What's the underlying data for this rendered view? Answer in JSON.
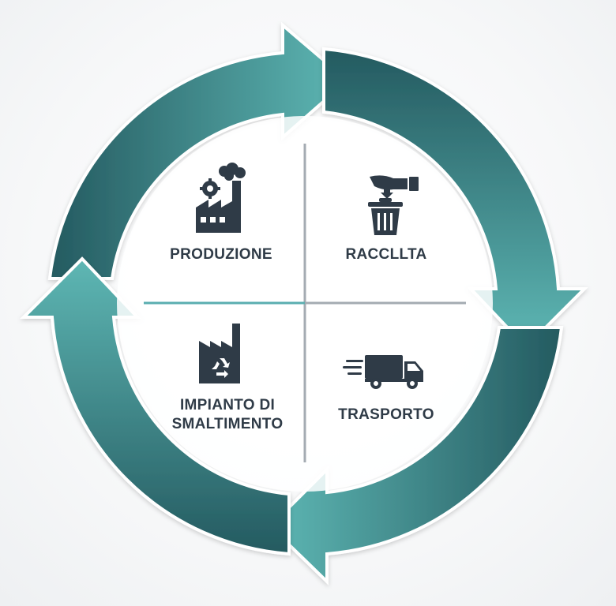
{
  "colors": {
    "dark_teal": "#245a60",
    "light_teal": "#5eb7b4",
    "label": "#2f3b47",
    "divider": "#a4abb2",
    "divider_accent": "#5aaeb0",
    "icon": "#2f3b47"
  },
  "steps": [
    {
      "key": "produzione",
      "label": "PRODUZIONE",
      "icon": "factory-gear-smoke-icon"
    },
    {
      "key": "raccolta",
      "label": "RACCLLTA",
      "icon": "hand-trash-bin-icon"
    },
    {
      "key": "trasporto",
      "label": "TRASPORTO",
      "icon": "delivery-truck-icon"
    },
    {
      "key": "smaltimento",
      "label_line1": "IMPIANTO DI",
      "label_line2": "SMALTIMENTO",
      "icon": "recycling-plant-icon"
    }
  ]
}
